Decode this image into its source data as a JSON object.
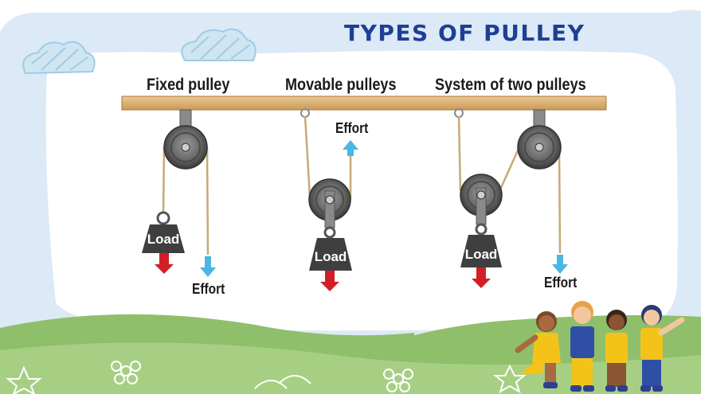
{
  "slide": {
    "title": "TYPES OF PULLEY"
  },
  "diagram": {
    "sections": [
      {
        "heading": "Fixed pulley",
        "load_label": "Load",
        "effort_label": "Effort"
      },
      {
        "heading": "Movable pulleys",
        "load_label": "Load",
        "effort_label": "Effort"
      },
      {
        "heading": "System of two pulleys",
        "load_label": "Load",
        "effort_label": "Effort"
      }
    ]
  },
  "colors": {
    "sky": "#dce9f6",
    "panel": "#ffffff",
    "hill": "#8fbf6a",
    "beam": "#e2b779",
    "rope": "#c9a876",
    "pulley": "#5a5a5a",
    "load": "#3f3f3f",
    "load_arrow": "#d21f26",
    "effort_arrow": "#49b6e6",
    "title": "#1f3f95"
  },
  "icons": [
    "cloud-icon",
    "star-icon",
    "flower-icon",
    "children-illustration"
  ]
}
